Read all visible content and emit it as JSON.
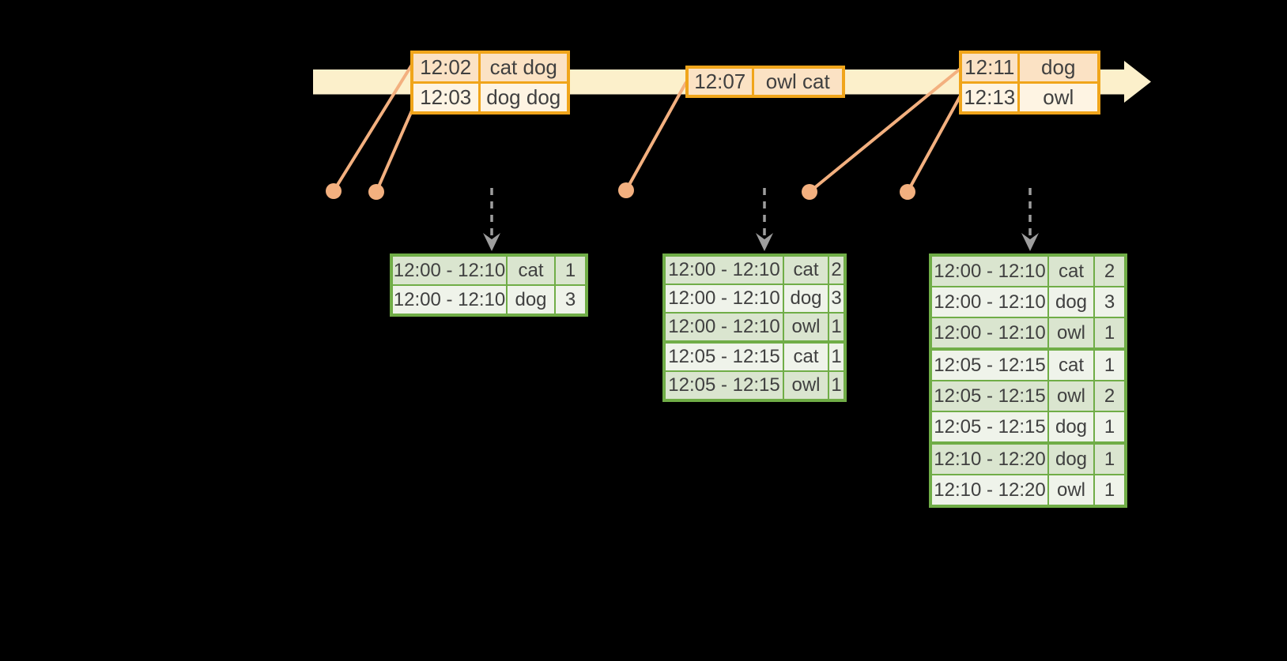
{
  "diagram": {
    "kind": "windowed-stream-aggregation-timeline",
    "event_tables": [
      {
        "rows": [
          [
            "12:02",
            "cat dog"
          ],
          [
            "12:03",
            "dog dog"
          ]
        ]
      },
      {
        "rows": [
          [
            "12:07",
            "owl cat"
          ]
        ]
      },
      {
        "rows": [
          [
            "12:11",
            "dog"
          ],
          [
            "12:13",
            "owl"
          ]
        ]
      }
    ],
    "result_tables": [
      {
        "rows": [
          [
            "12:00 - 12:10",
            "cat",
            "1"
          ],
          [
            "12:00 - 12:10",
            "dog",
            "3"
          ]
        ]
      },
      {
        "rows": [
          [
            "12:00 - 12:10",
            "cat",
            "2"
          ],
          [
            "12:00 - 12:10",
            "dog",
            "3"
          ],
          [
            "12:00 - 12:10",
            "owl",
            "1"
          ],
          [
            "12:05 - 12:15",
            "cat",
            "1"
          ],
          [
            "12:05 - 12:15",
            "owl",
            "1"
          ]
        ]
      },
      {
        "rows": [
          [
            "12:00 - 12:10",
            "cat",
            "2"
          ],
          [
            "12:00 - 12:10",
            "dog",
            "3"
          ],
          [
            "12:00 - 12:10",
            "owl",
            "1"
          ],
          [
            "12:05 - 12:15",
            "cat",
            "1"
          ],
          [
            "12:05 - 12:15",
            "owl",
            "2"
          ],
          [
            "12:05 - 12:15",
            "dog",
            "1"
          ],
          [
            "12:10 - 12:20",
            "dog",
            "1"
          ],
          [
            "12:10 - 12:20",
            "owl",
            "1"
          ]
        ]
      }
    ]
  },
  "colors": {
    "timeline_band": "#FCF0CB",
    "event_border": "#F0A51B",
    "event_row_dark": "#FBE2C4",
    "event_row_light": "#FEF4E3",
    "connector": "#F3B07F",
    "result_border": "#70AD47",
    "result_row_dark": "#DAE5CF",
    "result_row_light": "#EFF3EA",
    "drop_arrow": "#9E9E9E",
    "text": "#404040",
    "background": "#000000"
  }
}
